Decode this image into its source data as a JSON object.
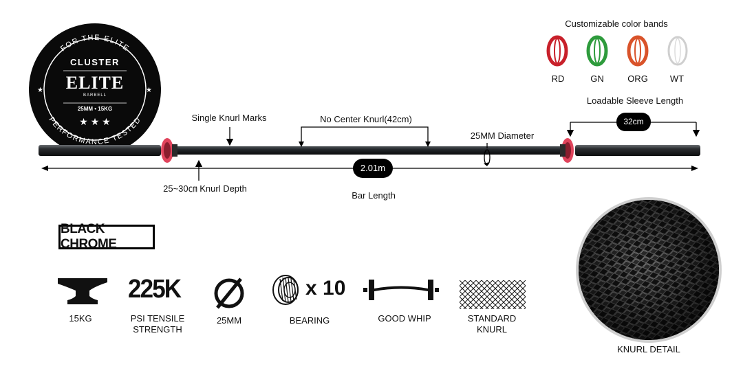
{
  "badge": {
    "top_arc": "FOR THE ELITE",
    "brand": "CLUSTER",
    "title": "ELITE",
    "subtitle": "BARBELL",
    "spec": "25MM • 15KG",
    "stars": "★ ★ ★",
    "bottom_arc": "PERFORMANCE TESTED"
  },
  "color_bands": {
    "heading": "Customizable color bands",
    "items": [
      {
        "label": "RD",
        "color": "#c8202a"
      },
      {
        "label": "GN",
        "color": "#2e9b3c"
      },
      {
        "label": "ORG",
        "color": "#d9532a"
      },
      {
        "label": "WT",
        "color": "#e4e4e4"
      }
    ]
  },
  "annotations": {
    "single_knurl": "Single Knurl Marks",
    "no_center": "No Center Knurl(42cm)",
    "diameter": "25MM Diameter",
    "sleeve": "Loadable Sleeve Length",
    "sleeve_value": "32cm",
    "knurl_depth": "25~30㎝ Knurl Depth",
    "bar_length_value": "2.01m",
    "bar_length": "Bar Length"
  },
  "finish_label": "BLACK CHROME",
  "features": [
    {
      "icon": "anvil-icon",
      "big": "",
      "label": "15KG"
    },
    {
      "icon": "tensile-icon",
      "big": "225K",
      "label": "PSI TENSILE\nSTRENGTH"
    },
    {
      "icon": "diameter-icon",
      "big": "",
      "label": "25MM"
    },
    {
      "icon": "bearing-icon",
      "big": "x 10",
      "label": "BEARING"
    },
    {
      "icon": "whip-icon",
      "big": "",
      "label": "GOOD WHIP"
    },
    {
      "icon": "knurl-icon",
      "big": "",
      "label": "STANDARD\nKNURL"
    }
  ],
  "knurl_detail": "KNURL DETAIL"
}
